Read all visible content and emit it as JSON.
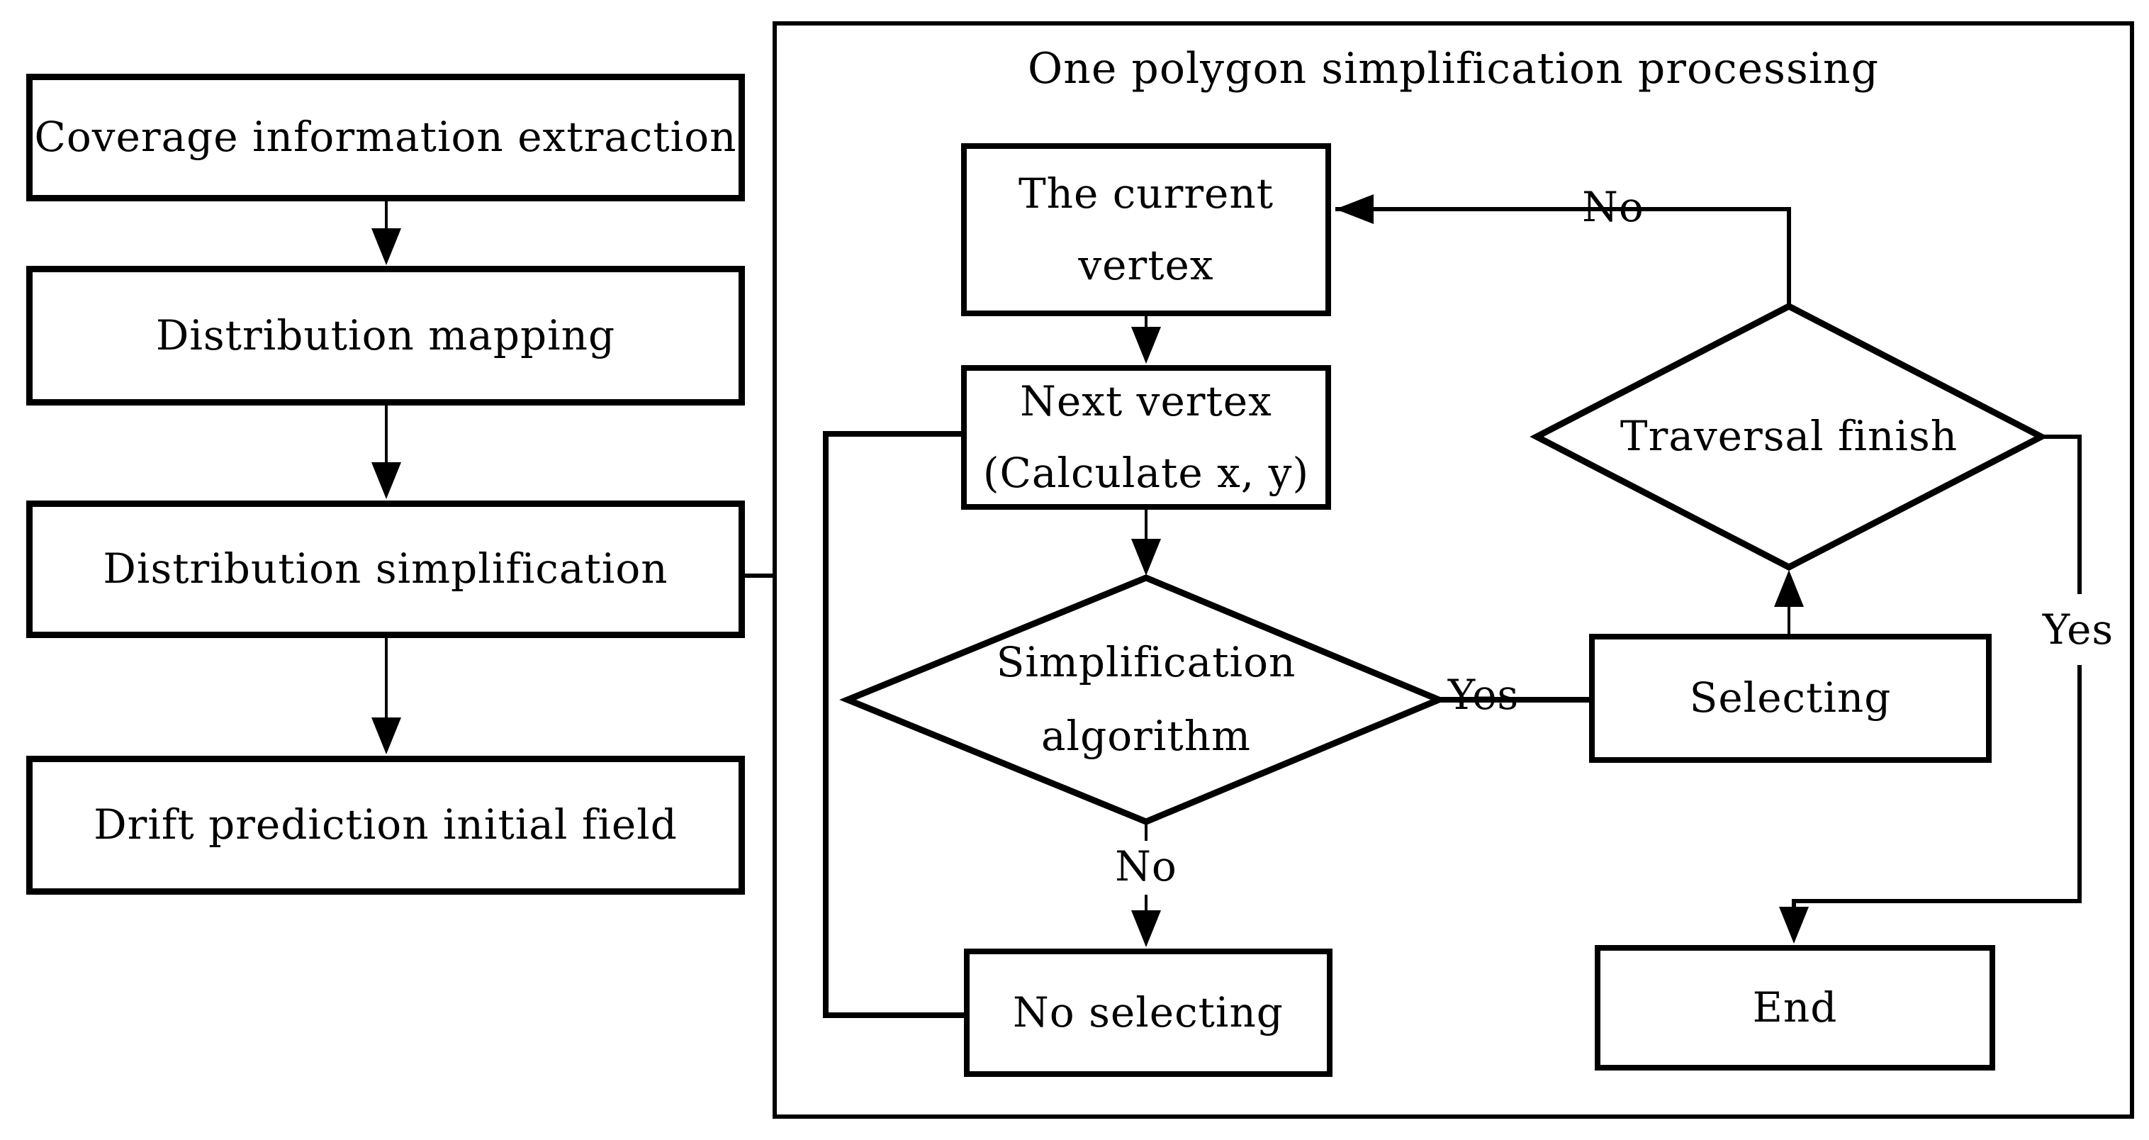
{
  "left_flow": {
    "boxes": [
      {
        "label": "Coverage information extraction"
      },
      {
        "label": "Distribution mapping"
      },
      {
        "label": "Distribution simplification"
      },
      {
        "label": "Drift prediction initial field"
      }
    ]
  },
  "panel": {
    "title": "One polygon simplification processing",
    "current_vertex": {
      "line1": "The current",
      "line2": "vertex"
    },
    "next_vertex": {
      "line1": "Next vertex",
      "line2": "(Calculate x, y)"
    },
    "simplification_algorithm": {
      "line1": "Simplification",
      "line2": "algorithm"
    },
    "traversal_finish": {
      "label": "Traversal finish"
    },
    "selecting": {
      "label": "Selecting"
    },
    "no_selecting": {
      "label": "No selecting"
    },
    "end": {
      "label": "End"
    },
    "edge_labels": {
      "traversal_no": "No",
      "algorithm_yes": "Yes",
      "algorithm_no": "No",
      "traversal_yes": "Yes"
    }
  },
  "colors": {
    "line": "#000000",
    "background": "#ffffff",
    "text": "#000000"
  }
}
